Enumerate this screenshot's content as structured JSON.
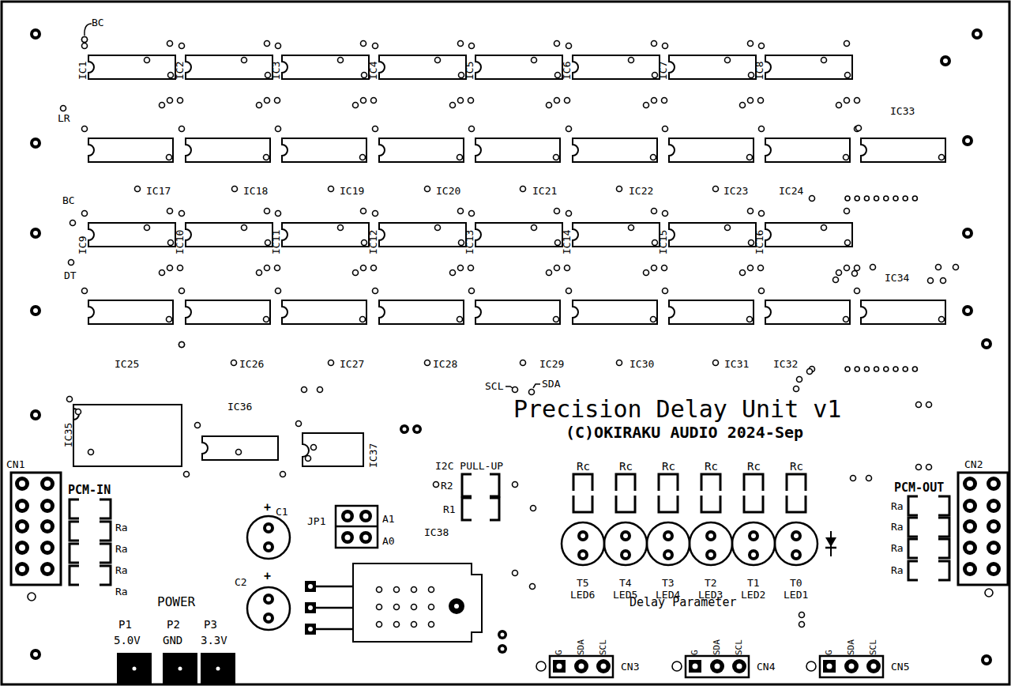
{
  "diagram": {
    "title": "Precision Delay Unit v1",
    "caption": "(C)OKIRAKU AUDIO 2024-Sep",
    "labels": [
      "BC",
      "LR",
      "BC",
      "DT",
      "IC1",
      "IC2",
      "IC3",
      "IC4",
      "IC5",
      "IC6",
      "IC7",
      "IC8",
      "IC33",
      "IC17",
      "IC18",
      "IC19",
      "IC20",
      "IC21",
      "IC22",
      "IC23",
      "IC24",
      "IC9",
      "IC10",
      "IC11",
      "IC12",
      "IC13",
      "IC14",
      "IC15",
      "IC16",
      "IC34",
      "IC25",
      "IC26",
      "IC27",
      "IC28",
      "IC29",
      "IC30",
      "IC31",
      "IC32",
      "SCL",
      "SDA",
      "IC36",
      "IC35",
      "IC37",
      "CN1",
      "PCM-IN",
      "Ra",
      "Ra",
      "Ra",
      "Ra",
      "+",
      "C1",
      "C2",
      "+",
      "JP1",
      "A1",
      "A0",
      "I2C PULL-UP",
      "R2",
      "R1",
      "Rc",
      "Rc",
      "Rc",
      "Rc",
      "Rc",
      "Rc",
      "T5",
      "T4",
      "T3",
      "T2",
      "T1",
      "T0",
      "LED6",
      "LED5",
      "LED4",
      "LED3",
      "LED2",
      "LED1",
      "Delay Parameter",
      "IC38",
      "CN2",
      "PCM-OUT",
      "Ra",
      "Ra",
      "Ra",
      "Ra",
      "POWER",
      "P1",
      "P2",
      "P3",
      "5.0V",
      "GND",
      "3.3V",
      "G",
      "SDA",
      "SCL",
      "CN3",
      "G",
      "SDA",
      "SCL",
      "CN4",
      "G",
      "SDA",
      "SCL",
      "CN5"
    ]
  }
}
